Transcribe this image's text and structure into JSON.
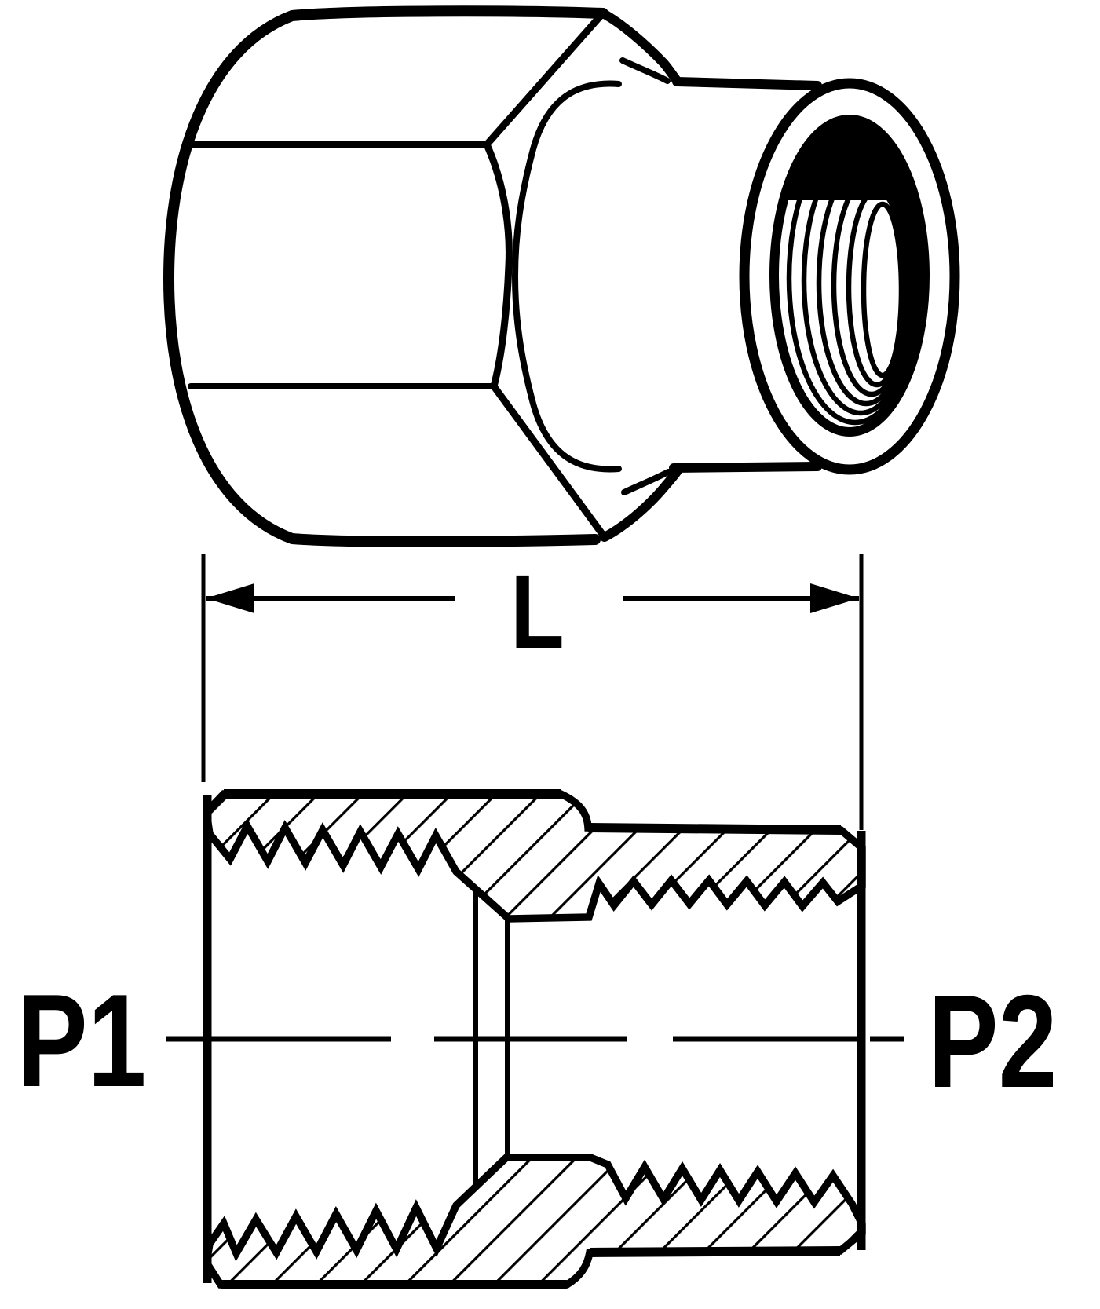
{
  "drawing": {
    "title": "threaded-reducing-adapter-technical-drawing",
    "background_color": "#ffffff",
    "ink_color": "#000000",
    "dimension": {
      "label": "L"
    },
    "ports": {
      "left_label": "P1",
      "right_label": "P2"
    },
    "views": {
      "top": "isometric view of hex female adapter",
      "bottom": "cross-section view with hatching"
    }
  }
}
